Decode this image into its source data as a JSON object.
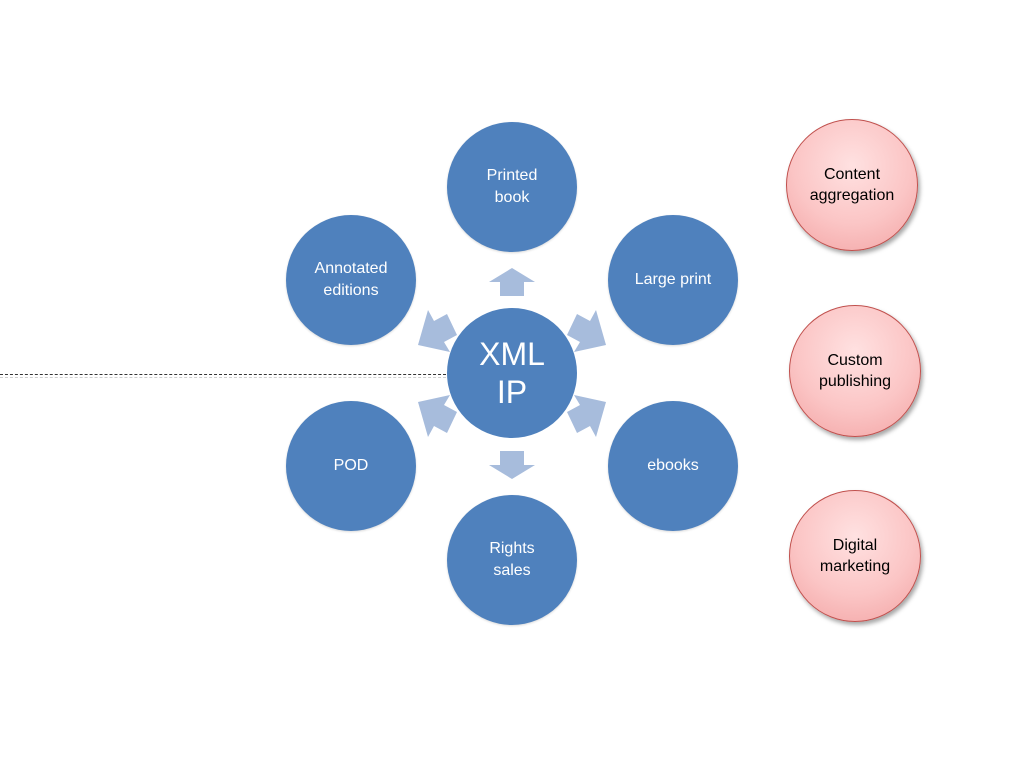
{
  "center": {
    "label": "XML\nIP"
  },
  "outputs": [
    {
      "id": "printed-book",
      "label": "Printed\nbook"
    },
    {
      "id": "large-print",
      "label": "Large print"
    },
    {
      "id": "ebooks",
      "label": "ebooks"
    },
    {
      "id": "rights-sales",
      "label": "Rights\nsales"
    },
    {
      "id": "pod",
      "label": "POD"
    },
    {
      "id": "annotated-editions",
      "label": "Annotated\neditions"
    }
  ],
  "opportunities": [
    {
      "id": "content-aggregation",
      "label": "Content\naggregation"
    },
    {
      "id": "custom-publishing",
      "label": "Custom\npublishing"
    },
    {
      "id": "digital-marketing",
      "label": "Digital\nmarketing"
    }
  ],
  "colors": {
    "node_blue": "#4f81bd",
    "arrow_light_blue": "#a7bcdc",
    "opportunity_pink": "#fbc5c5",
    "opportunity_border": "#c0504d"
  }
}
